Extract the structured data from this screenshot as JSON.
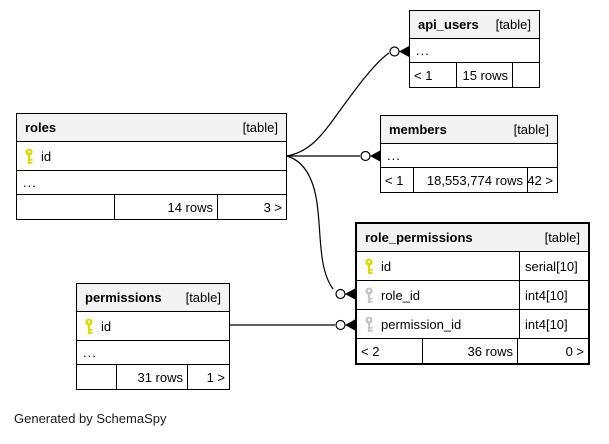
{
  "diagram": {
    "generator_note": "Generated by SchemaSpy",
    "colors": {
      "header_bg": "#f3f3f3",
      "border": "#000000",
      "edge": "#000000",
      "primary_key_icon": "#d8dc00",
      "foreign_key_icon": "#c6c6c6"
    },
    "tables": {
      "api_users": {
        "name": "api_users",
        "type_label": "[table]",
        "ellipsis": "...",
        "footer": {
          "left": "< 1",
          "rows": "15 rows",
          "right": ""
        }
      },
      "roles": {
        "name": "roles",
        "type_label": "[table]",
        "columns": [
          {
            "name": "id",
            "key": "primary-key"
          }
        ],
        "ellipsis": "...",
        "footer": {
          "left": "",
          "rows": "14 rows",
          "right": "3 >"
        }
      },
      "members": {
        "name": "members",
        "type_label": "[table]",
        "ellipsis": "...",
        "footer": {
          "left": "< 1",
          "rows": "18,553,774 rows",
          "right": "42 >"
        }
      },
      "role_permissions": {
        "name": "role_permissions",
        "type_label": "[table]",
        "columns": [
          {
            "name": "id",
            "type": "serial[10]",
            "key": "primary-key"
          },
          {
            "name": "role_id",
            "type": "int4[10]",
            "key": "foreign-key"
          },
          {
            "name": "permission_id",
            "type": "int4[10]",
            "key": "foreign-key"
          }
        ],
        "footer": {
          "left": "< 2",
          "rows": "36 rows",
          "right": "0 >"
        }
      },
      "permissions": {
        "name": "permissions",
        "type_label": "[table]",
        "columns": [
          {
            "name": "id",
            "key": "primary-key"
          }
        ],
        "ellipsis": "...",
        "footer": {
          "left": "",
          "rows": "31 rows",
          "right": "1 >"
        }
      }
    },
    "relationships": [
      {
        "from": "roles.id",
        "to": "api_users"
      },
      {
        "from": "roles.id",
        "to": "members"
      },
      {
        "from": "roles.id",
        "to": "role_permissions.role_id"
      },
      {
        "from": "permissions.id",
        "to": "role_permissions.permission_id"
      }
    ]
  }
}
